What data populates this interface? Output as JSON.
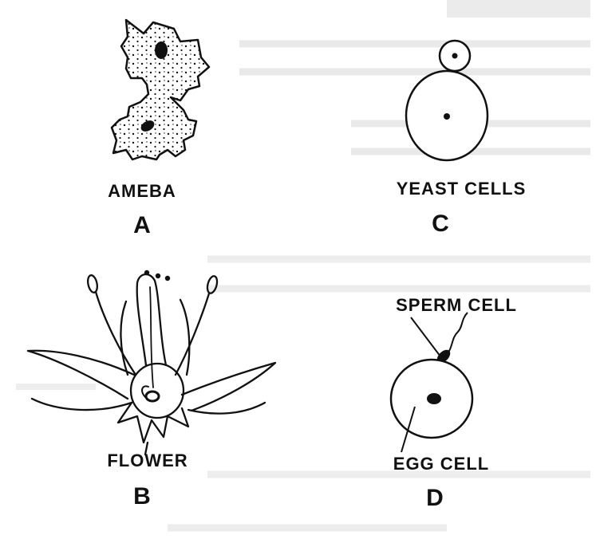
{
  "panels": {
    "A": {
      "letter": "A",
      "caption": "AMEBA"
    },
    "B": {
      "letter": "B",
      "caption": "FLOWER"
    },
    "C": {
      "letter": "C",
      "caption": "YEAST CELLS"
    },
    "D": {
      "letter": "D",
      "caption": "EGG CELL",
      "pointer_label": "SPERM CELL"
    }
  },
  "colors": {
    "ink": "#111111",
    "background": "#ffffff",
    "bleed_through": "#c8c8c8"
  }
}
